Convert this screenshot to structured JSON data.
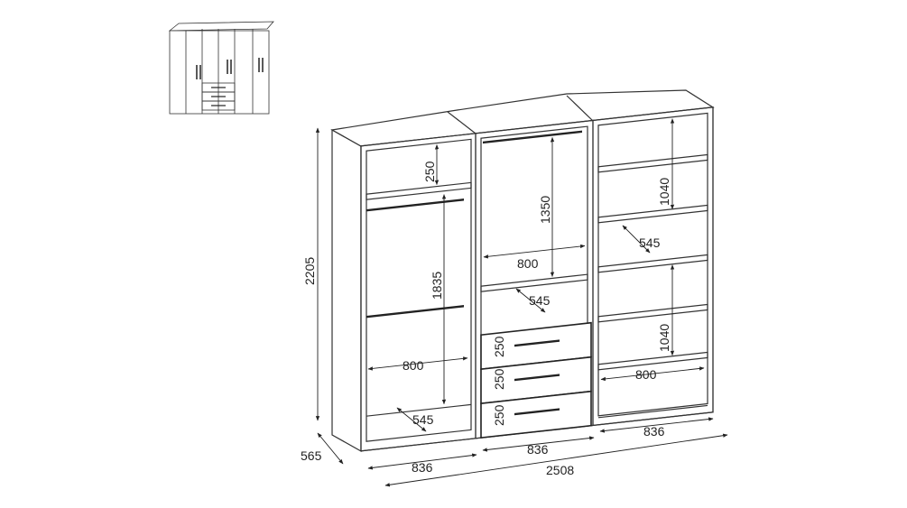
{
  "diagram": {
    "title": "Wardrobe dimensions drawing",
    "overall": {
      "height": "2205",
      "depth": "565",
      "total_width": "2508"
    },
    "units": [
      {
        "name": "left",
        "width": "836",
        "top_shelf_gap": "250",
        "hanging_height": "1835",
        "inner_width": "800",
        "inner_depth": "545"
      },
      {
        "name": "middle",
        "width": "836",
        "hanging_height": "1350",
        "inner_width": "800",
        "inner_depth": "545",
        "drawers": [
          "250",
          "250",
          "250"
        ]
      },
      {
        "name": "right",
        "width": "836",
        "upper_section": "1040",
        "inner_depth": "545",
        "lower_section": "1040",
        "inner_width": "800"
      }
    ]
  }
}
